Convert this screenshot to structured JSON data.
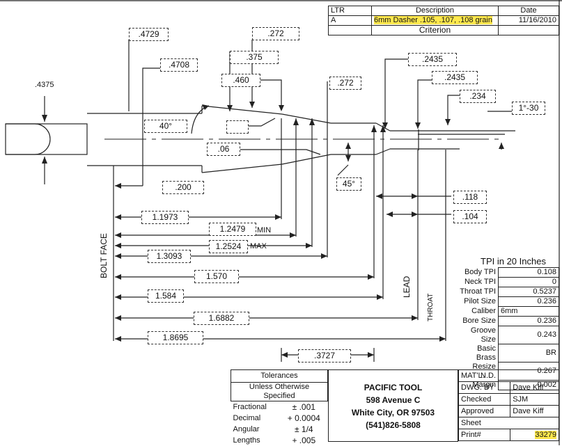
{
  "revision": {
    "headers": {
      "ltr": "LTR",
      "description": "Description",
      "date": "Date"
    },
    "ltr": "A",
    "description": "6mm Dasher .105, .107, .108 grain",
    "date": "11/16/2010",
    "subtitle": "Criterion"
  },
  "dimensions": {
    "d4375": ".4375",
    "d4729": ".4729",
    "d4708": ".4708",
    "d272a": ".272",
    "d375": ".375",
    "d460": ".460",
    "d272b": ".272",
    "d2435a": ".2435",
    "d2435b": ".2435",
    "d234": ".234",
    "d130": "1°-30",
    "d40": "40°",
    "d06": ".06",
    "d45": "45°",
    "d200": ".200",
    "d118": ".118",
    "d104": ".104",
    "l11973": "1.1973",
    "l12479": "1.2479",
    "min": "MIN",
    "l12524": "1.2524",
    "max": "MAX",
    "l13093": "1.3093",
    "l1570": "1.570",
    "l1584": "1.584",
    "l16882": "1.6882",
    "l18695": "1.8695",
    "d3727": ".3727"
  },
  "labels": {
    "bolt_face": "BOLT FACE",
    "lead": "LEAD",
    "throat": "THROAT"
  },
  "tpi_table": {
    "title": "TPI in 20 Inches",
    "rows": [
      {
        "label": "Body TPI",
        "value": "0.108"
      },
      {
        "label": "Neck TPI",
        "value": "0"
      },
      {
        "label": "Throat TPI",
        "value": "0.5237"
      },
      {
        "label": "Pilot Size",
        "value": "0.236"
      },
      {
        "label": "Caliber",
        "value": "6mm"
      },
      {
        "label": "Bore Size",
        "value": "0.236"
      },
      {
        "label": "Groove Size",
        "value": "0.243"
      },
      {
        "label": "Basic Brass",
        "value": "BR"
      },
      {
        "label": "Resize N.D.",
        "value": "0.267"
      },
      {
        "label": "Margin",
        "value": "0.002"
      }
    ]
  },
  "tolerances": {
    "title": "Tolerances",
    "subtitle": "Unless Otherwise Specified",
    "rows": [
      {
        "label": "Fractional",
        "value": "± .001"
      },
      {
        "label": "Decimal",
        "value": "+ 0.0004"
      },
      {
        "label": "Angular",
        "value": "± 1/4"
      },
      {
        "label": "Lengths",
        "value": "+ .005"
      }
    ]
  },
  "company": {
    "name": "PACIFIC TOOL",
    "address": "598 Avenue C",
    "city": "White City, OR 97503",
    "phone": "(541)826-5808"
  },
  "info": {
    "matl": "MAT'L.",
    "dwg_by_label": "DWG. BY",
    "dwg_by": "Dave Kiff",
    "checked_label": "Checked",
    "checked": "SJM",
    "approved_label": "Approved",
    "approved": "Dave Kiff",
    "sheet_label": "Sheet",
    "print_label": "Print#",
    "print": "33279"
  }
}
